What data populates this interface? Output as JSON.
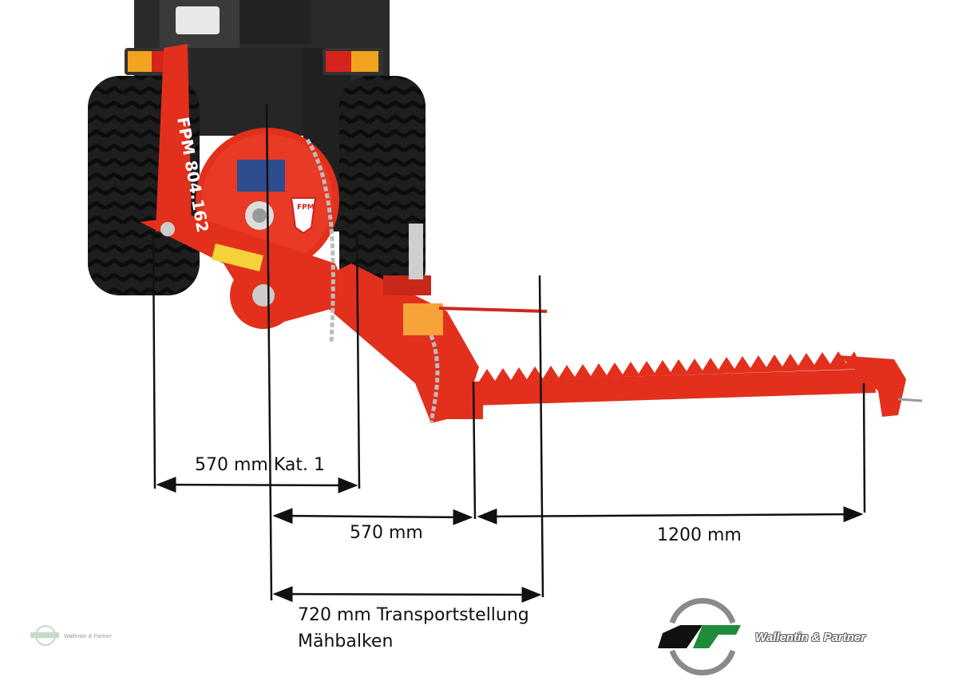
{
  "machine": {
    "model_decal": "FPM 804.162",
    "brand_decal": "FPM"
  },
  "dimensions": {
    "hitch_width": "570 mm Kat. 1",
    "offset": "570 mm",
    "cutter_bar": "1200 mm",
    "transport_line1": "720 mm Transportstellung",
    "transport_line2": "Mähbalken"
  },
  "logo": {
    "name": "Wallentin & Partner",
    "watermark": "Wallentin & Partner"
  },
  "colors": {
    "machine_red": "#e2301c",
    "tire_black": "#1b1b1b",
    "logo_green": "#1f8c3a",
    "logo_gray": "#8a8a8a"
  }
}
